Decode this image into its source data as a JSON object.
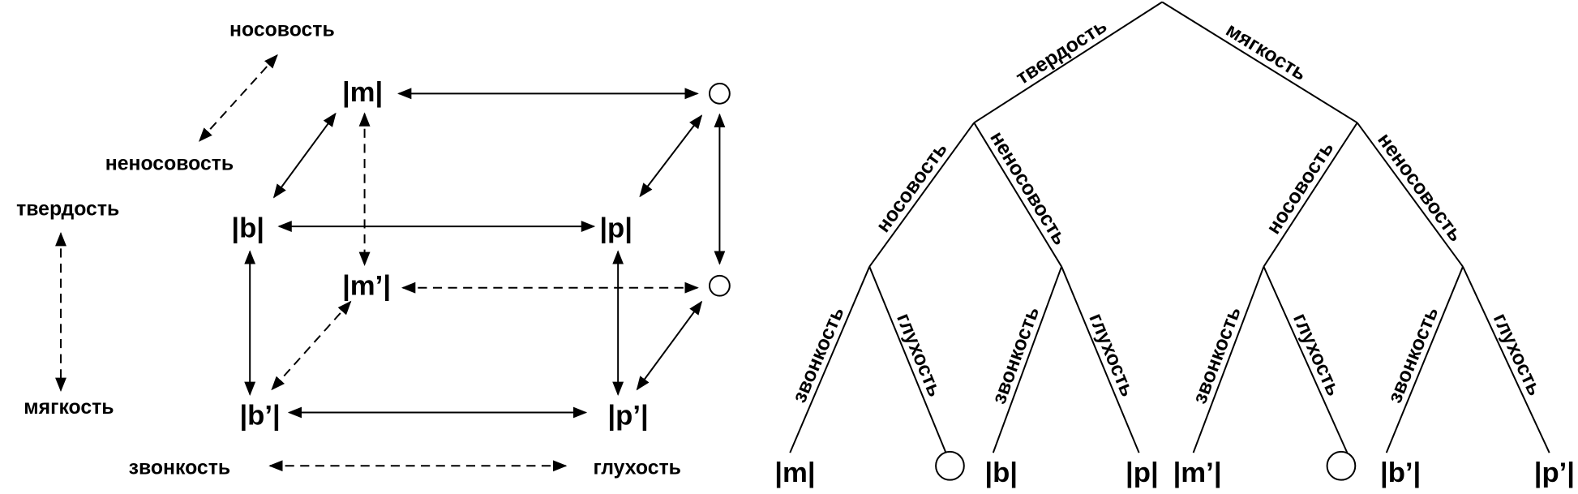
{
  "cube": {
    "nodes": {
      "m": "|m|",
      "b": "|b|",
      "p": "|p|",
      "m_soft": "|m’|",
      "b_soft": "|b’|",
      "p_soft": "|p’|"
    },
    "axes": {
      "nasal": "носовость",
      "non_nasal": "неносовость",
      "hard": "твердость",
      "soft": "мягкость",
      "voiced": "звонкость",
      "voiceless": "глухость"
    }
  },
  "tree": {
    "edges": [
      "твердость",
      "мягкость",
      "носовость",
      "неносовость",
      "носовость",
      "неносовость",
      "звонкость",
      "глухость",
      "звонкость",
      "глухость",
      "звонкость",
      "глухость",
      "звонкость",
      "глухость"
    ],
    "leaves": [
      "|m|",
      "",
      "|b|",
      "|p|",
      "|m’|",
      "",
      "|b’|",
      "|p’|"
    ]
  }
}
